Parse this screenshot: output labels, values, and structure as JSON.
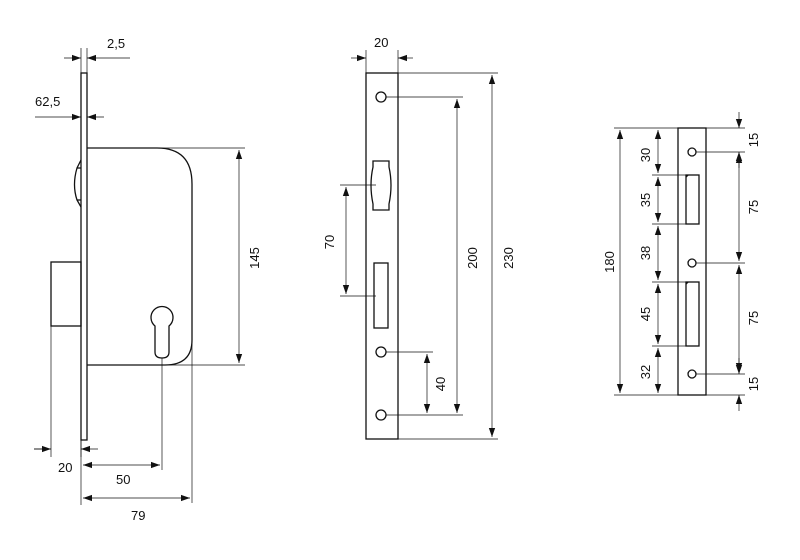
{
  "dimensions": {
    "side_view": {
      "plate_thickness": "2,5",
      "backset": "62,5",
      "body_height": "145",
      "bolt_offset": "20",
      "cylinder_offset": "50",
      "body_depth": "79"
    },
    "front_plate": {
      "width": "20",
      "latch_span": "70",
      "screw_center_distance": "200",
      "plate_length": "230",
      "bottom_offset": "40"
    },
    "strike_plate": {
      "total_height": "180",
      "d_top": "30",
      "d_slot1": "35",
      "d_gap": "38",
      "d_slot2": "45",
      "d_bottom": "32",
      "r_top": "15",
      "r_upper": "75",
      "r_lower": "75",
      "r_bottom": "15"
    }
  },
  "colors": {
    "line": "#111111",
    "background": "#ffffff"
  }
}
